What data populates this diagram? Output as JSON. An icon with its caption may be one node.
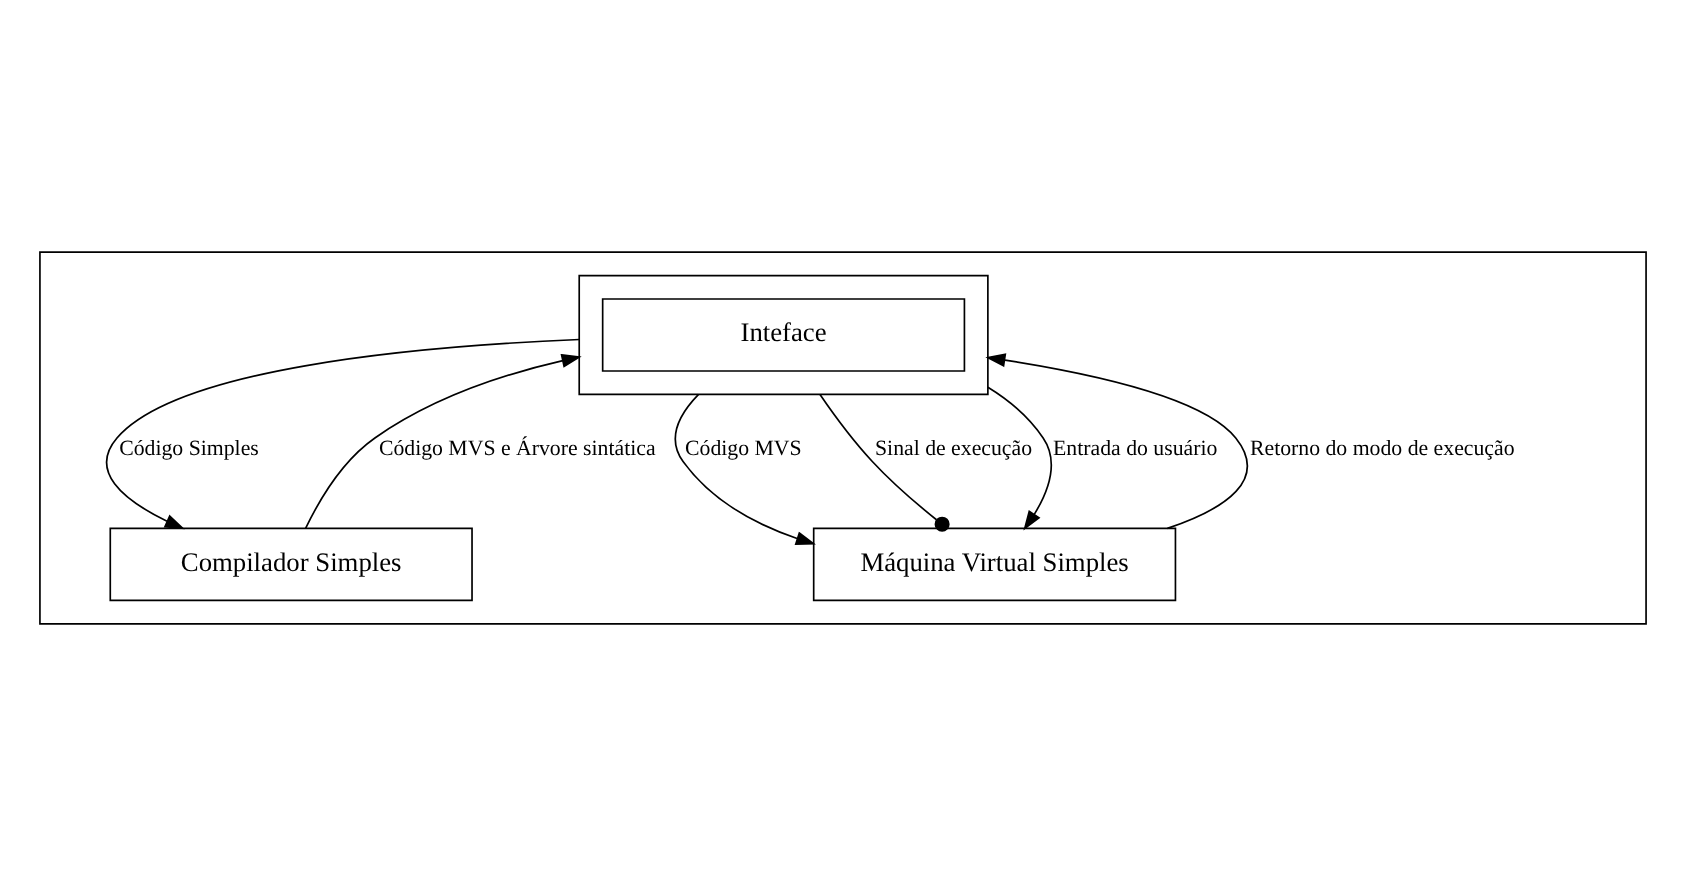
{
  "diagram": {
    "nodes": [
      {
        "text": [],
        "shape": "box"
      },
      {
        "text": [],
        "shape": "box",
        "in": 0
      },
      {
        "text": [
          "Inteface"
        ],
        "in": 1
      },
      {
        "text": [
          "Compilador Simples"
        ],
        "in": 0
      },
      {
        "text": [
          "Máquina Virtual Simples"
        ],
        "in": 0
      }
    ],
    "edges": [
      {
        "from": 1,
        "to": 3,
        "arrow": "to",
        "label": "Código Simples"
      },
      {
        "from": 3,
        "to": 1,
        "arrow": "to",
        "label": "Código MVS e Árvore sintática"
      },
      {
        "from": 1,
        "to": 4,
        "arrow": "to",
        "label": "Código MVS"
      },
      {
        "from": 1,
        "to": 4,
        "arrow": "other",
        "label": "Sinal de execução"
      },
      {
        "from": 1,
        "to": 4,
        "arrow": "to",
        "label": "Entrada do usuário"
      },
      {
        "from": 4,
        "to": 1,
        "arrow": "to",
        "label": "Retorno do modo de execução"
      }
    ]
  }
}
